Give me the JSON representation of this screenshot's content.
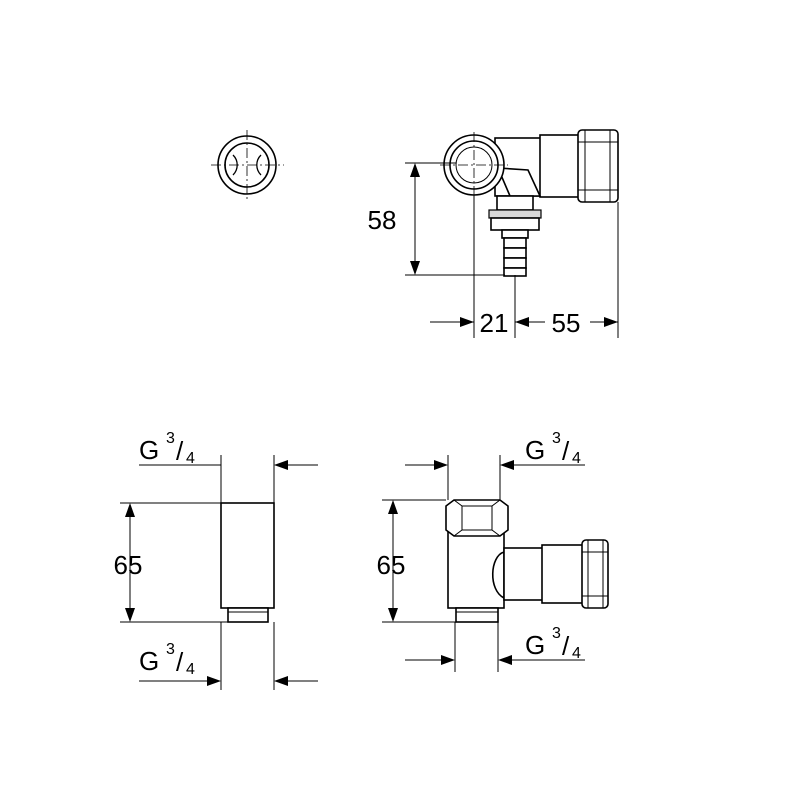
{
  "dimensions": {
    "top_right_height": "58",
    "top_right_width_a": "21",
    "top_right_width_b": "55",
    "bottom_left_height": "65",
    "bottom_right_height": "65"
  },
  "thread_labels": {
    "letter": "G",
    "numerator": "3",
    "denominator": "4"
  }
}
